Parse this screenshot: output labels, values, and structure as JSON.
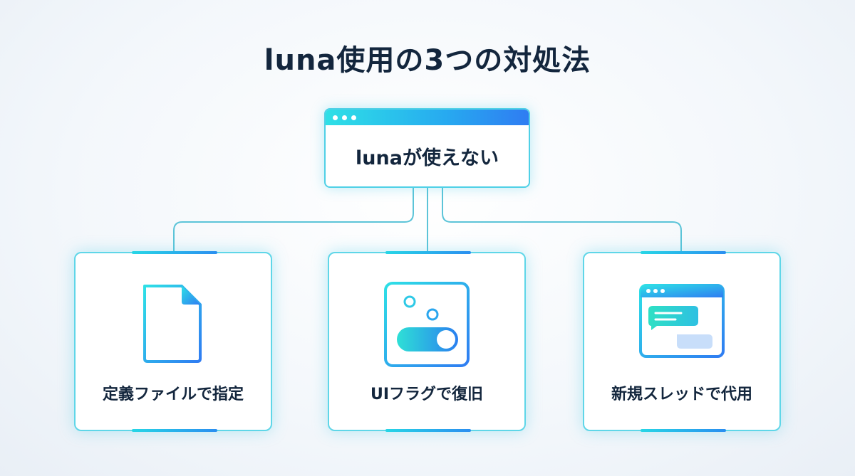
{
  "title": "luna使用の3つの対処法",
  "root": {
    "label": "lunaが使えない",
    "icon": "window-icon"
  },
  "branches": [
    {
      "label": "定義ファイルで指定",
      "icon": "document-icon"
    },
    {
      "label": "UIフラグで復旧",
      "icon": "toggle-settings-icon"
    },
    {
      "label": "新規スレッドで代用",
      "icon": "chat-window-icon"
    }
  ],
  "colors": {
    "accent_cyan": "#2ee0e6",
    "accent_blue": "#2f7cf2",
    "text_dark": "#13263d",
    "connector": "#5cc4d8"
  }
}
